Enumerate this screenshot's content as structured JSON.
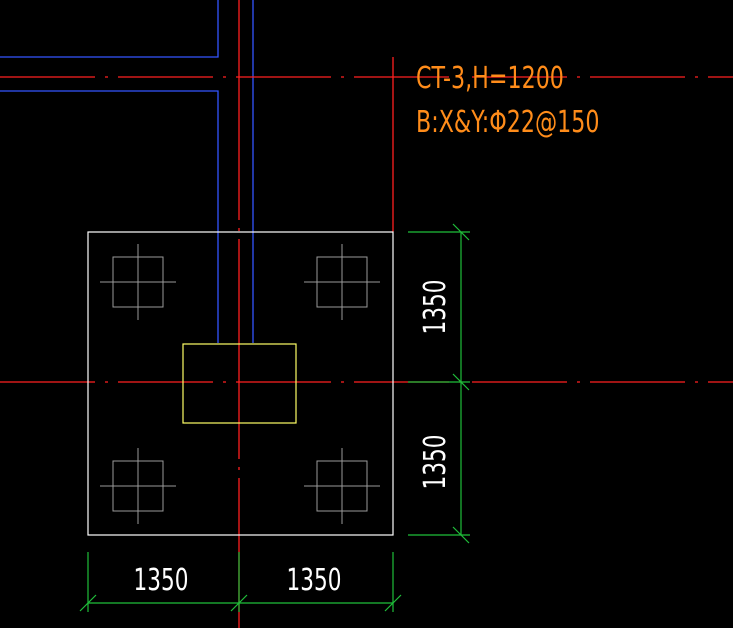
{
  "colors": {
    "background": "#000000",
    "axis": "#ff2020",
    "wall": "#3355ff",
    "outline": "#ffffff",
    "column": "#ffff66",
    "pile": "#9a9a9a",
    "dimension": "#1fbf3a",
    "dimension_text": "#ffffff",
    "annotation": "#ff8c1a"
  },
  "annotation": {
    "line1": "CT-3,H=1200",
    "line2": "B:X&Y:Φ22@150"
  },
  "dimensions": {
    "bottom_left": "1350",
    "bottom_right": "1350",
    "right_top": "1350",
    "right_bottom": "1350"
  }
}
